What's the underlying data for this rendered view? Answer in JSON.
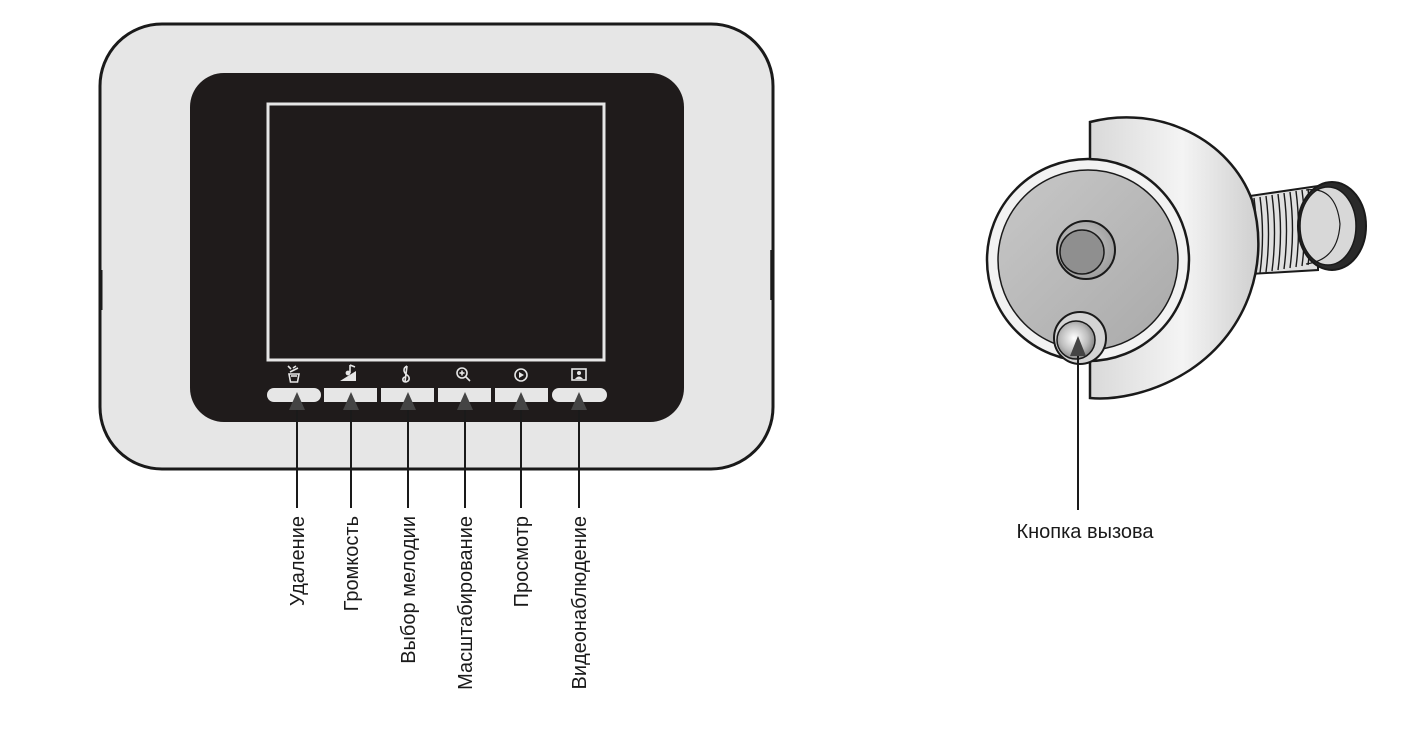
{
  "monitor": {
    "buttons": [
      {
        "icon": "delete-icon",
        "label": "Удаление"
      },
      {
        "icon": "volume-icon",
        "label": "Громкость"
      },
      {
        "icon": "melody-icon",
        "label": "Выбор мелодии"
      },
      {
        "icon": "zoom-icon",
        "label": "Масштабирование"
      },
      {
        "icon": "play-icon",
        "label": "Просмотр"
      },
      {
        "icon": "video-surveillance-icon",
        "label": "Видеонаблюдение"
      }
    ]
  },
  "door_unit": {
    "call_button_label": "Кнопка вызова"
  },
  "colors": {
    "outline": "#1a1a1a",
    "housing": "#e6e6e6",
    "bezel": "#1f1b1b",
    "face": "#b7b7b7"
  }
}
